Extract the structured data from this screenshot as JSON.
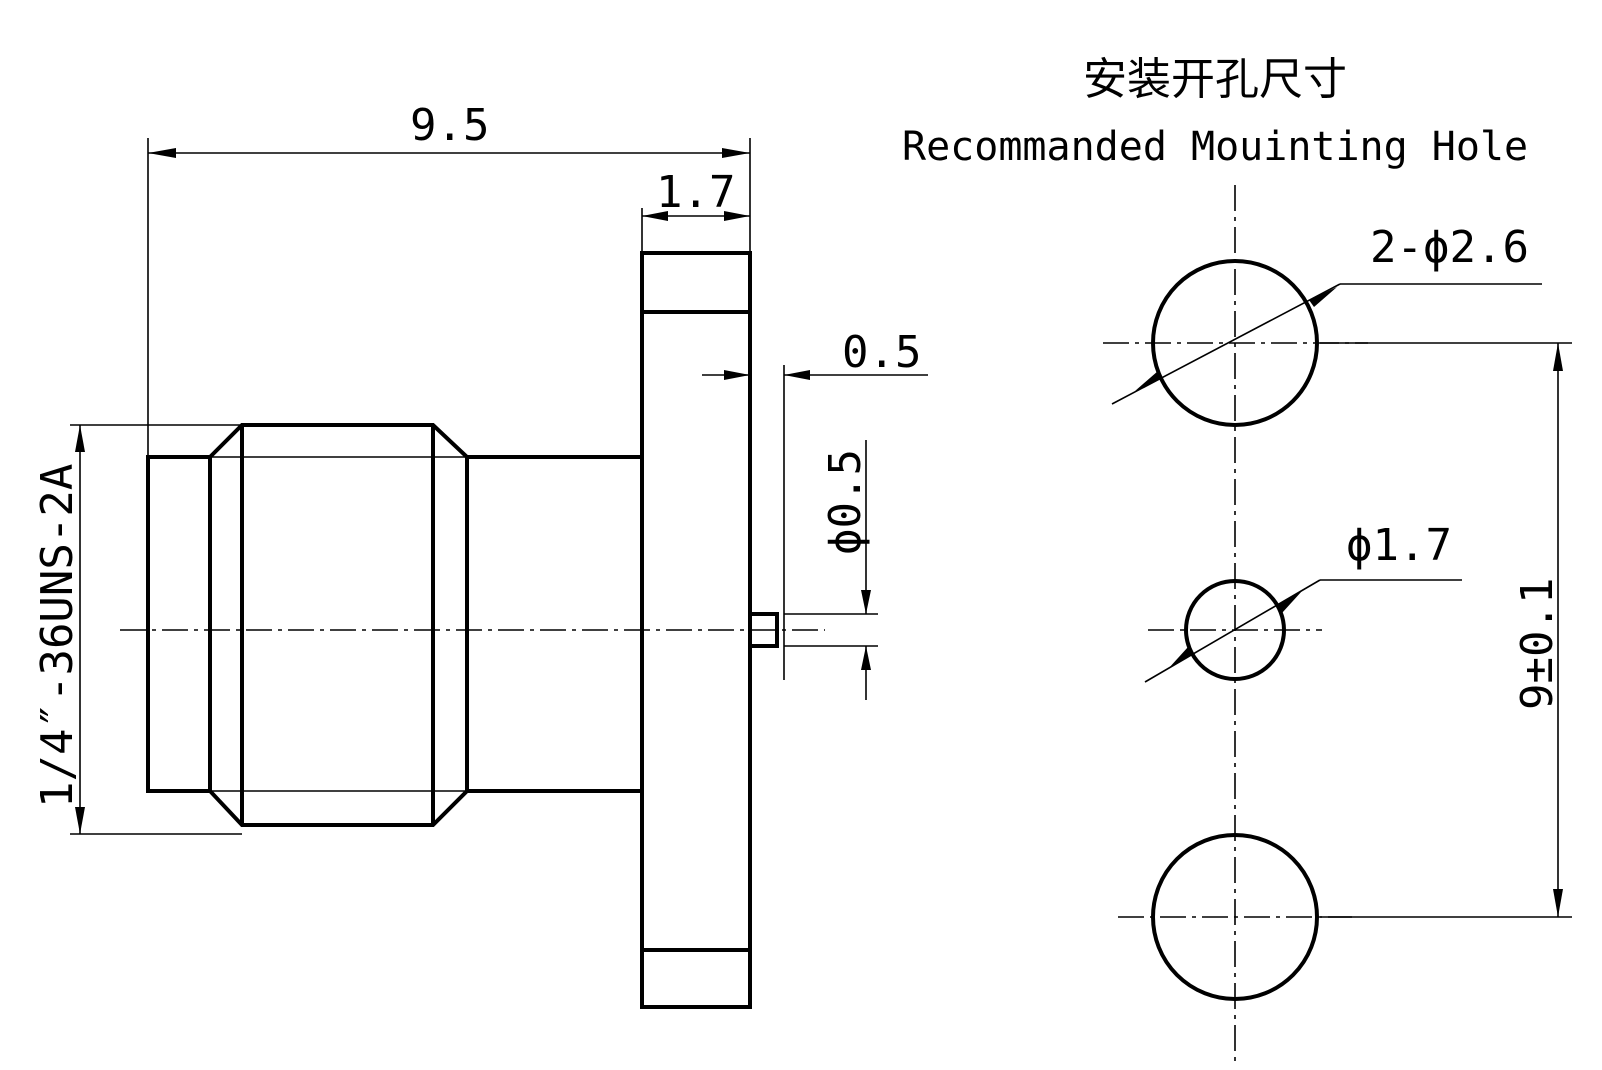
{
  "title_cn": "安装开孔尺寸",
  "title_en": "Recommanded Mouinting Hole",
  "dims": {
    "overall_length": "9.5",
    "flange_thickness": "1.7",
    "pin_length": "0.5",
    "pin_diameter": "ϕ0.5",
    "thread": "1/4″-36UNS-2A",
    "mount_holes": "2-ϕ2.6",
    "center_hole": "ϕ1.7",
    "hole_spacing": "9±0.1"
  }
}
